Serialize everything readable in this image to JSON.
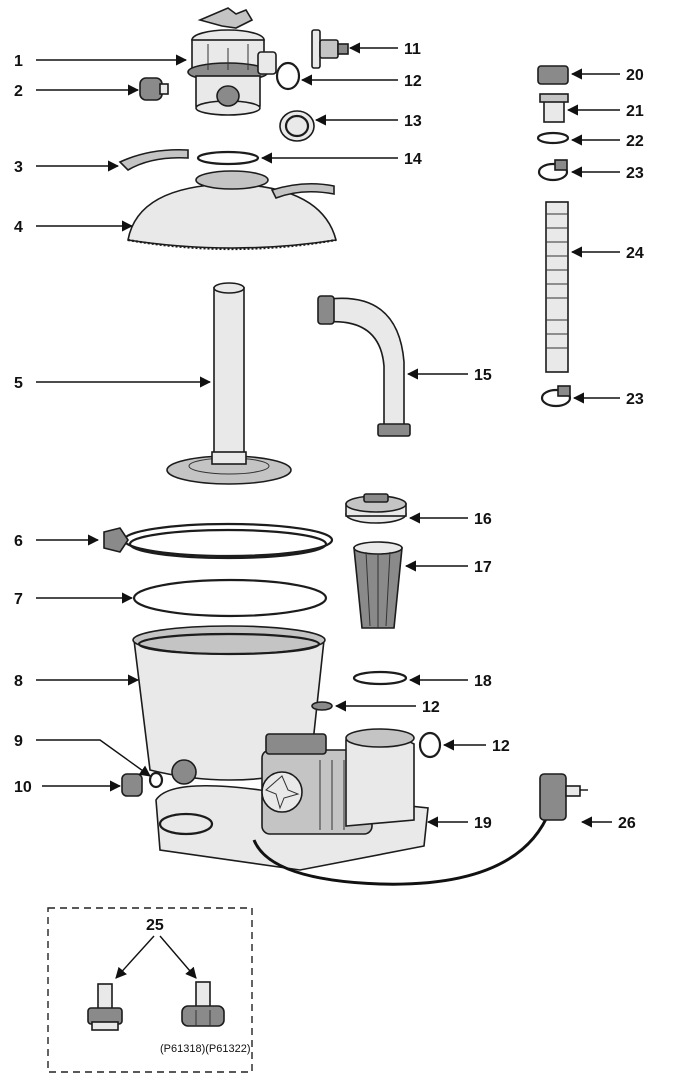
{
  "diagram": {
    "callouts": {
      "c1": "1",
      "c2": "2",
      "c3": "3",
      "c4": "4",
      "c5": "5",
      "c6": "6",
      "c7": "7",
      "c8": "8",
      "c9": "9",
      "c10": "10",
      "c11": "11",
      "c12a": "12",
      "c12b": "12",
      "c12c": "12",
      "c13": "13",
      "c14": "14",
      "c15": "15",
      "c16": "16",
      "c17": "17",
      "c18": "18",
      "c19": "19",
      "c20": "20",
      "c21": "21",
      "c22": "22",
      "c23a": "23",
      "c23b": "23",
      "c24": "24",
      "c25": "25",
      "c26": "26"
    },
    "inset": {
      "part_numbers": "(P61318)(P61322)"
    }
  }
}
